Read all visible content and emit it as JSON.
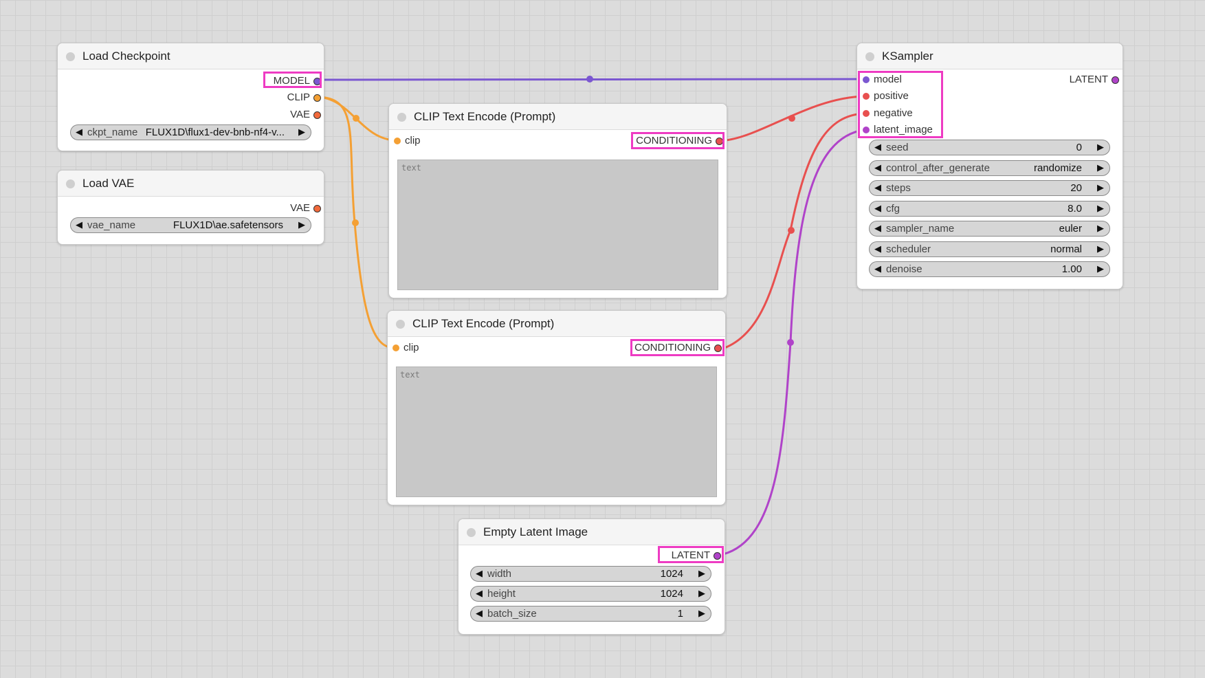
{
  "colors": {
    "model": "#7b57d1",
    "clip": "#f4a034",
    "vae": "#f26a3c",
    "conditioning": "#e8504f",
    "latent": "#b043c9",
    "highlight": "#ee3bc3"
  },
  "load_checkpoint": {
    "title": "Load Checkpoint",
    "outputs": {
      "model": "MODEL",
      "clip": "CLIP",
      "vae": "VAE"
    },
    "ckpt_name": {
      "name": "ckpt_name",
      "value": "FLUX1D\\flux1-dev-bnb-nf4-v..."
    }
  },
  "load_vae": {
    "title": "Load VAE",
    "outputs": {
      "vae": "VAE"
    },
    "vae_name": {
      "name": "vae_name",
      "value": "FLUX1D\\ae.safetensors"
    }
  },
  "clip_encode_1": {
    "title": "CLIP Text Encode (Prompt)",
    "input_clip": "clip",
    "output": "CONDITIONING",
    "text_placeholder": "text"
  },
  "clip_encode_2": {
    "title": "CLIP Text Encode (Prompt)",
    "input_clip": "clip",
    "output": "CONDITIONING",
    "text_placeholder": "text"
  },
  "empty_latent": {
    "title": "Empty Latent Image",
    "output": "LATENT",
    "widgets": [
      {
        "name": "width",
        "value": "1024"
      },
      {
        "name": "height",
        "value": "1024"
      },
      {
        "name": "batch_size",
        "value": "1"
      }
    ]
  },
  "ksampler": {
    "title": "KSampler",
    "inputs": {
      "model": "model",
      "positive": "positive",
      "negative": "negative",
      "latent_image": "latent_image"
    },
    "output": "LATENT",
    "widgets": [
      {
        "name": "seed",
        "value": "0"
      },
      {
        "name": "control_after_generate",
        "value": "randomize"
      },
      {
        "name": "steps",
        "value": "20"
      },
      {
        "name": "cfg",
        "value": "8.0"
      },
      {
        "name": "sampler_name",
        "value": "euler"
      },
      {
        "name": "scheduler",
        "value": "normal"
      },
      {
        "name": "denoise",
        "value": "1.00"
      }
    ]
  },
  "widget_arrows": {
    "left": "◀",
    "right": "▶"
  }
}
